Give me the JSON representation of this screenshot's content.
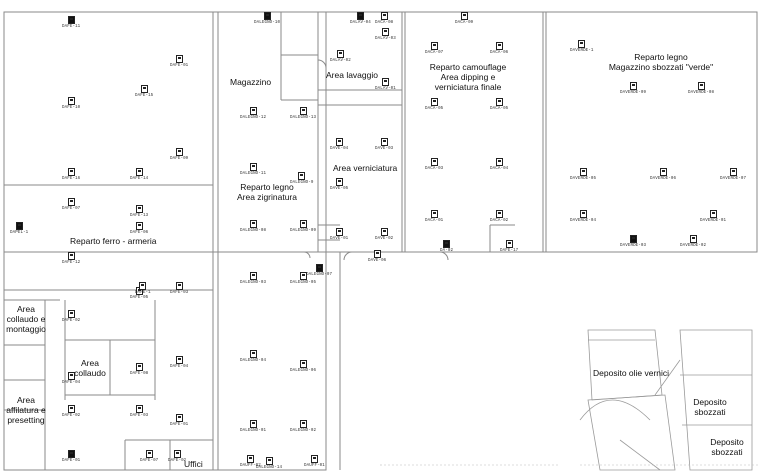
{
  "areas": {
    "magazzino": "Magazzino",
    "area_lavaggio": "Area lavaggio",
    "reparto_camouflage": "Reparto camouflage\nArea dipping e\nverniciatura finale",
    "reparto_legno_sbozzati": "Reparto legno\nMagazzino sbozzati \"verde\"",
    "reparto_legno_zigrinatura": "Reparto legno\nArea zigrinatura",
    "area_verniciatura": "Area verniciatura",
    "reparto_ferro": "Reparto ferro - armeria",
    "area_collaudo_montaggio": "Area\ncollaudo e\nmontaggio",
    "area_collaudo": "Area\ncollaudo",
    "area_affilatura": "Area\naffilatura e\npresetting",
    "uffici": "Uffici",
    "deposito_olie": "Deposito olie vernici",
    "deposito_sbozzati_1": "Deposito\nsbozzati",
    "deposito_sbozzati_2": "Deposito\nsbozzati"
  },
  "devices": [
    {
      "id": "d01",
      "code": "DAFE-10"
    },
    {
      "id": "d02",
      "code": "DAFE-11"
    },
    {
      "id": "d03",
      "code": "DAFE-01"
    },
    {
      "id": "d04",
      "code": "DAFE-15"
    },
    {
      "id": "d05",
      "code": "DAFE-09"
    },
    {
      "id": "d06",
      "code": "DAFE-16"
    },
    {
      "id": "d07",
      "code": "DAFE-14"
    },
    {
      "id": "d08",
      "code": "DAFE-07"
    },
    {
      "id": "d09",
      "code": "DAFE-06"
    },
    {
      "id": "d10",
      "code": "DAFE-13"
    },
    {
      "id": "d11",
      "code": "DAFE-12"
    },
    {
      "id": "d12",
      "code": "DAFE-03"
    },
    {
      "id": "d13",
      "code": "DAFE-05"
    },
    {
      "id": "d14",
      "code": "DAFE-02"
    },
    {
      "id": "d15",
      "code": "DAFE-04"
    },
    {
      "id": "d16",
      "code": "DAFE-08"
    },
    {
      "id": "d17",
      "code": "DAFE-01"
    },
    {
      "id": "d18",
      "code": "DAFE-07"
    },
    {
      "id": "d19",
      "code": "DALEGNO-10"
    },
    {
      "id": "d20",
      "code": "DALEGNO-12"
    },
    {
      "id": "d21",
      "code": "DALEGNO-13"
    },
    {
      "id": "d22",
      "code": "DALEGNO-11"
    },
    {
      "id": "d23",
      "code": "DALEGNO-9"
    },
    {
      "id": "d24",
      "code": "DALEGNO-08"
    },
    {
      "id": "d25",
      "code": "DALEGNO-09"
    },
    {
      "id": "d26",
      "code": "DALEGNO-03"
    },
    {
      "id": "d27",
      "code": "DALEGNO-05"
    },
    {
      "id": "d28",
      "code": "DALEGNO-04"
    },
    {
      "id": "d29",
      "code": "DALEGNO-02"
    },
    {
      "id": "d30",
      "code": "DALEGNO-01"
    },
    {
      "id": "d31",
      "code": "DALEGNO-07"
    },
    {
      "id": "d32",
      "code": "DALEGNO-06"
    },
    {
      "id": "d33",
      "code": "DALAV-02"
    },
    {
      "id": "d34",
      "code": "DALAV-03"
    },
    {
      "id": "d35",
      "code": "DALAV-01"
    },
    {
      "id": "d36",
      "code": "DAVE-04"
    },
    {
      "id": "d37",
      "code": "DAVE-03"
    },
    {
      "id": "d38",
      "code": "DAVE-02"
    },
    {
      "id": "d39",
      "code": "DAVE-01"
    },
    {
      "id": "d40",
      "code": "DAVE-05"
    },
    {
      "id": "d41",
      "code": "DACA-07"
    },
    {
      "id": "d42",
      "code": "DACA-06"
    },
    {
      "id": "d43",
      "code": "DACA-05"
    },
    {
      "id": "d44",
      "code": "DACA-05"
    },
    {
      "id": "d45",
      "code": "DACA-03"
    },
    {
      "id": "d46",
      "code": "DACA-04"
    },
    {
      "id": "d47",
      "code": "DACA-01"
    },
    {
      "id": "d48",
      "code": "DACA-02"
    },
    {
      "id": "d49",
      "code": "DACA-09"
    },
    {
      "id": "d50",
      "code": "DACA-08"
    },
    {
      "id": "d51",
      "code": "DAVERDE-1"
    },
    {
      "id": "d52",
      "code": "DAVERDE-09"
    },
    {
      "id": "d53",
      "code": "DAVERDE-08"
    },
    {
      "id": "d54",
      "code": "DAVERDE-05"
    },
    {
      "id": "d55",
      "code": "DAVERDE-06"
    },
    {
      "id": "d56",
      "code": "DAVERDE-07"
    },
    {
      "id": "d57",
      "code": "DAVERDE-04"
    },
    {
      "id": "d58",
      "code": "DAVERDE-03"
    },
    {
      "id": "d59",
      "code": "DAVERDE-02"
    },
    {
      "id": "d60",
      "code": "DAVERDE-01"
    },
    {
      "id": "d61",
      "code": "DAFE-02"
    },
    {
      "id": "d62",
      "code": "DAFE-03"
    },
    {
      "id": "d63",
      "code": "DAFE-04"
    },
    {
      "id": "d64",
      "code": "DAFE-1"
    },
    {
      "id": "d65",
      "code": "DAFE-01"
    },
    {
      "id": "d66",
      "code": "DAFE-02"
    },
    {
      "id": "d67",
      "code": "DALAV-04"
    },
    {
      "id": "d68",
      "code": "DALEGNO-14"
    },
    {
      "id": "d69",
      "code": "DA-02"
    },
    {
      "id": "d70",
      "code": "DAVE-06"
    },
    {
      "id": "d71",
      "code": "DAPEL-1"
    },
    {
      "id": "d72",
      "code": "DAFE-17"
    },
    {
      "id": "d73",
      "code": "DAUFF-02"
    },
    {
      "id": "d74",
      "code": "DAUFF-01"
    }
  ]
}
